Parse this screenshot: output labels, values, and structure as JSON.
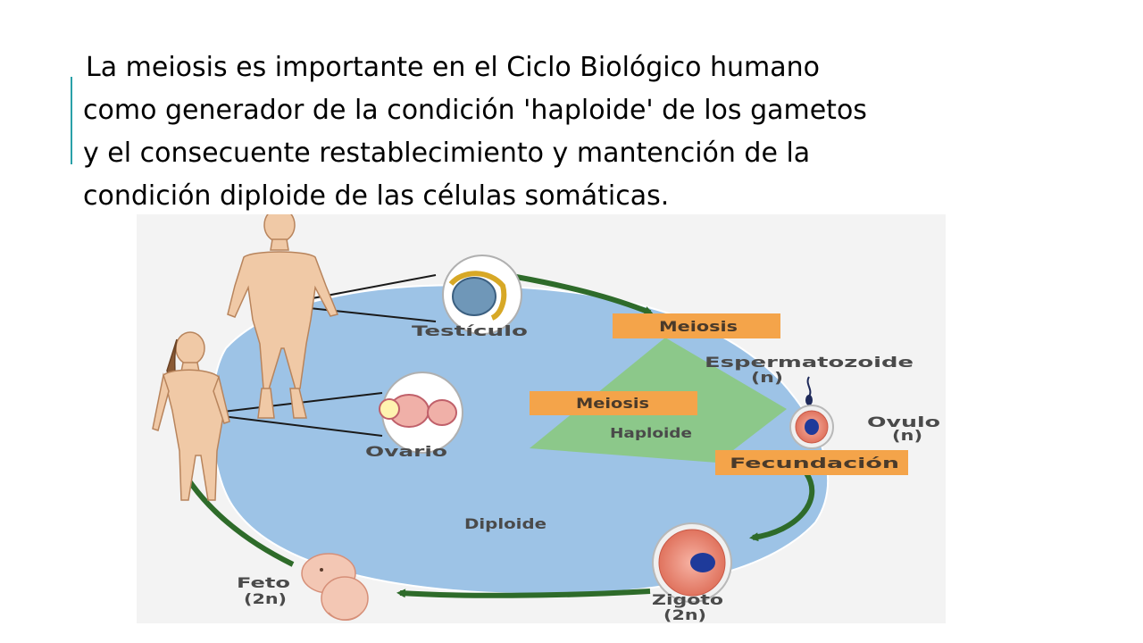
{
  "slide": {
    "paragraph_lines": [
      "La meiosis es importante en el Ciclo Biológico humano",
      "como generador de la condición 'haploide' de los gametos",
      "y el consecuente restablecimiento y mantención de la",
      "condición diploide de las células somáticas."
    ]
  },
  "diagram": {
    "testiculo": "Testículo",
    "ovario": "Ovario",
    "meiosis_top": "Meiosis",
    "meiosis_mid": "Meiosis",
    "espermatozoide": "Espermatozoide",
    "espermatozoide_n": "(n)",
    "ovulo": "Ovulo",
    "ovulo_n": "(n)",
    "haploide": "Haploide",
    "fecundacion": "Fecundación",
    "diploide": "Diploide",
    "feto": "Feto",
    "feto_2n": "(2n)",
    "zigoto": "Zigoto",
    "zigoto_2n": "(2n)",
    "colors": {
      "diploid_area": "#9dc3e6",
      "haploid_area": "#8cc88a",
      "label_box": "#f4a44a",
      "cycle_arrow": "#2e6b2a"
    }
  }
}
